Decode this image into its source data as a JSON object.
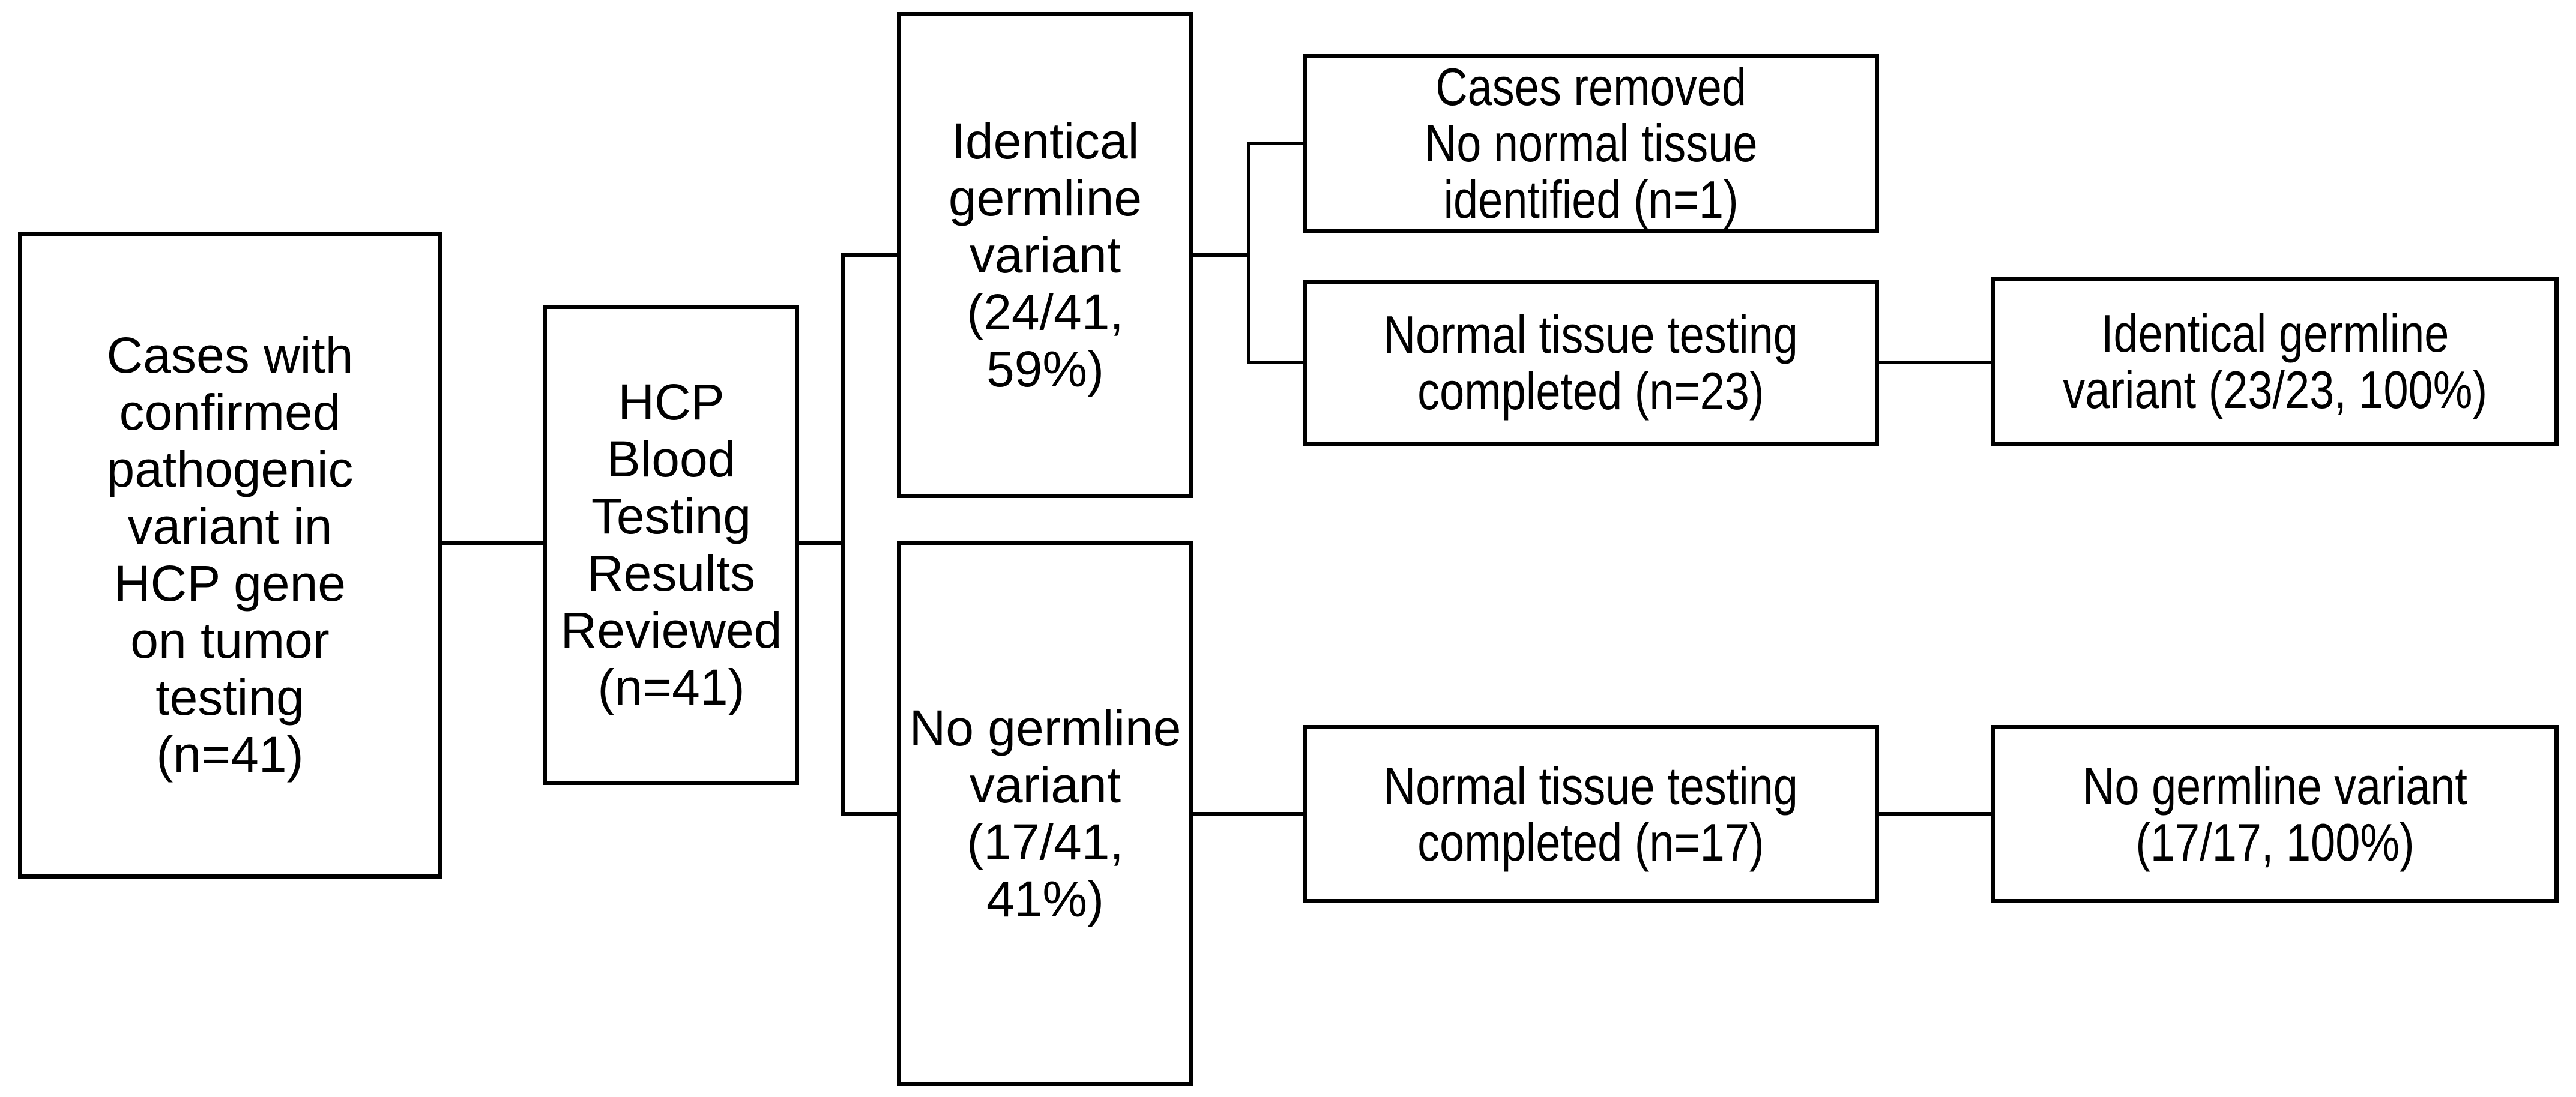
{
  "flowchart": {
    "background_color": "#ffffff",
    "stroke_color": "#000000",
    "text_color": "#000000",
    "boxes": {
      "confirmed_pathogenic": {
        "text": "Cases with\nconfirmed\npathogenic\nvariant in\nHCP gene\non tumor\ntesting\n(n=41)"
      },
      "hcp_blood_reviewed": {
        "text": "HCP\nBlood\nTesting\nResults\nReviewed\n(n=41)"
      },
      "identical_24_41": {
        "text": "Identical\ngermline\nvariant\n(24/41,\n59%)"
      },
      "no_germline_17_41": {
        "text": "No germline\nvariant\n(17/41,\n41%)"
      },
      "cases_removed": {
        "text": "Cases removed\nNo normal tissue\nidentified (n=1)"
      },
      "tissue_completed_23": {
        "text": "Normal tissue testing\ncompleted (n=23)"
      },
      "identical_23_23": {
        "text": "Identical germline\nvariant (23/23, 100%)"
      },
      "tissue_completed_17": {
        "text": "Normal tissue testing\ncompleted (n=17)"
      },
      "no_germline_17_17": {
        "text": "No germline variant\n(17/17, 100%)"
      }
    }
  }
}
